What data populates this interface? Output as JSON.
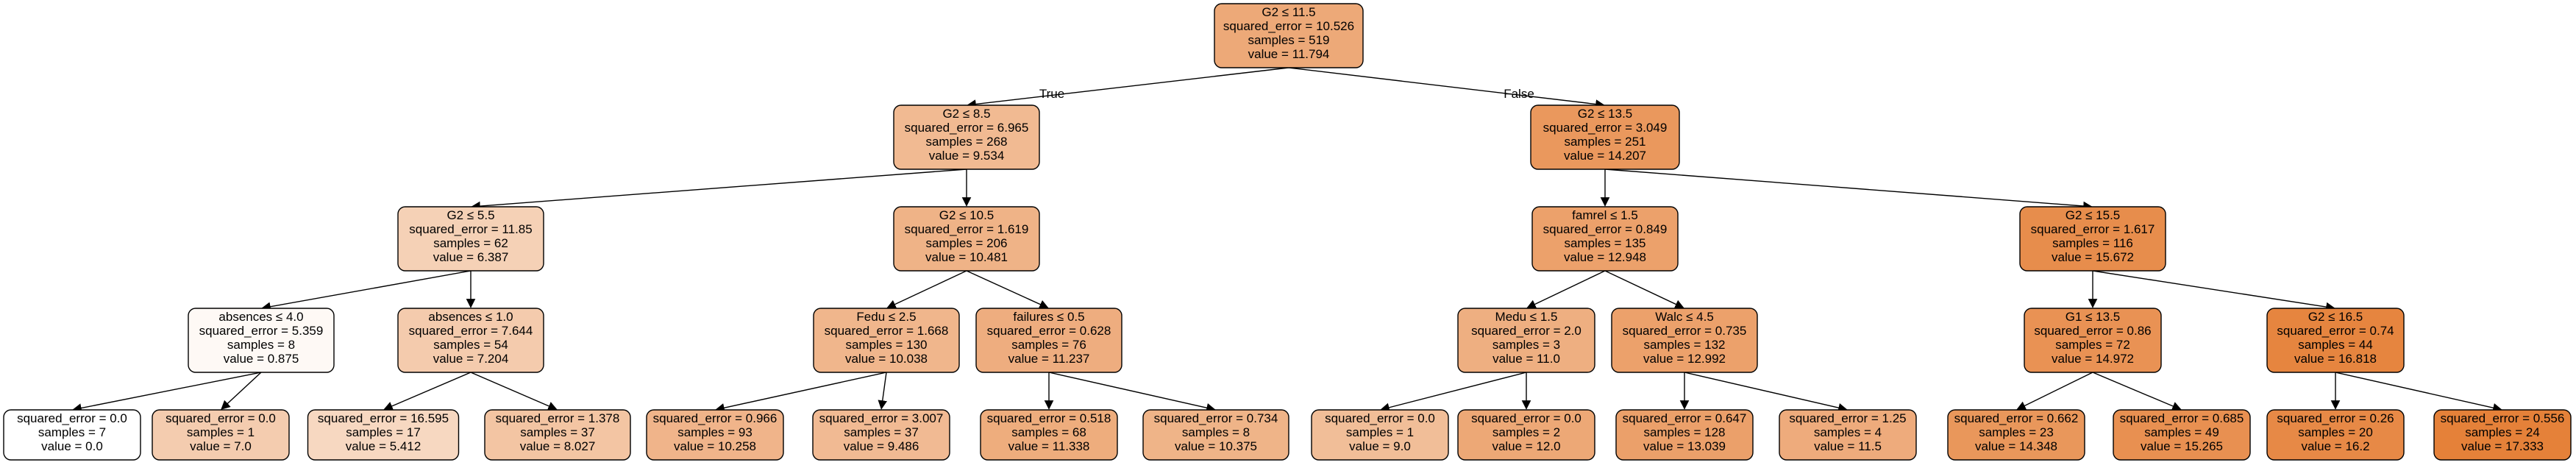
{
  "colors": {
    "scale_low": "#ffffff",
    "scale_high": "#e58139",
    "border": "#000000",
    "edge": "#000000",
    "background": "#ffffff"
  },
  "edge_labels": {
    "true_label": "True",
    "false_label": "False"
  },
  "tree": {
    "nodes": [
      {
        "id": 0,
        "lines": [
          "G2 ≤ 11.5",
          "squared_error = 10.526",
          "samples = 519",
          "value = 11.794"
        ],
        "value": 11.794
      },
      {
        "id": 1,
        "lines": [
          "G2 ≤ 8.5",
          "squared_error = 6.965",
          "samples = 268",
          "value = 9.534"
        ],
        "value": 9.534
      },
      {
        "id": 2,
        "lines": [
          "G2 ≤ 13.5",
          "squared_error = 3.049",
          "samples = 251",
          "value = 14.207"
        ],
        "value": 14.207
      },
      {
        "id": 3,
        "lines": [
          "G2 ≤ 5.5",
          "squared_error = 11.85",
          "samples = 62",
          "value = 6.387"
        ],
        "value": 6.387
      },
      {
        "id": 4,
        "lines": [
          "G2 ≤ 10.5",
          "squared_error = 1.619",
          "samples = 206",
          "value = 10.481"
        ],
        "value": 10.481
      },
      {
        "id": 5,
        "lines": [
          "famrel ≤ 1.5",
          "squared_error = 0.849",
          "samples = 135",
          "value = 12.948"
        ],
        "value": 12.948
      },
      {
        "id": 6,
        "lines": [
          "G2 ≤ 15.5",
          "squared_error = 1.617",
          "samples = 116",
          "value = 15.672"
        ],
        "value": 15.672
      },
      {
        "id": 7,
        "lines": [
          "absences ≤ 4.0",
          "squared_error = 5.359",
          "samples = 8",
          "value = 0.875"
        ],
        "value": 0.875
      },
      {
        "id": 8,
        "lines": [
          "absences ≤ 1.0",
          "squared_error = 7.644",
          "samples = 54",
          "value = 7.204"
        ],
        "value": 7.204
      },
      {
        "id": 9,
        "lines": [
          "Fedu ≤ 2.5",
          "squared_error = 1.668",
          "samples = 130",
          "value = 10.038"
        ],
        "value": 10.038
      },
      {
        "id": 10,
        "lines": [
          "failures ≤ 0.5",
          "squared_error = 0.628",
          "samples = 76",
          "value = 11.237"
        ],
        "value": 11.237
      },
      {
        "id": 11,
        "lines": [
          "Medu ≤ 1.5",
          "squared_error = 2.0",
          "samples = 3",
          "value = 11.0"
        ],
        "value": 11.0
      },
      {
        "id": 12,
        "lines": [
          "Walc ≤ 4.5",
          "squared_error = 0.735",
          "samples = 132",
          "value = 12.992"
        ],
        "value": 12.992
      },
      {
        "id": 13,
        "lines": [
          "G1 ≤ 13.5",
          "squared_error = 0.86",
          "samples = 72",
          "value = 14.972"
        ],
        "value": 14.972
      },
      {
        "id": 14,
        "lines": [
          "G2 ≤ 16.5",
          "squared_error = 0.74",
          "samples = 44",
          "value = 16.818"
        ],
        "value": 16.818
      },
      {
        "id": 15,
        "lines": [
          "squared_error = 0.0",
          "samples = 7",
          "value = 0.0"
        ],
        "value": 0.0
      },
      {
        "id": 16,
        "lines": [
          "squared_error = 0.0",
          "samples = 1",
          "value = 7.0"
        ],
        "value": 7.0
      },
      {
        "id": 17,
        "lines": [
          "squared_error = 16.595",
          "samples = 17",
          "value = 5.412"
        ],
        "value": 5.412
      },
      {
        "id": 18,
        "lines": [
          "squared_error = 1.378",
          "samples = 37",
          "value = 8.027"
        ],
        "value": 8.027
      },
      {
        "id": 19,
        "lines": [
          "squared_error = 0.966",
          "samples = 93",
          "value = 10.258"
        ],
        "value": 10.258
      },
      {
        "id": 20,
        "lines": [
          "squared_error = 3.007",
          "samples = 37",
          "value = 9.486"
        ],
        "value": 9.486
      },
      {
        "id": 21,
        "lines": [
          "squared_error = 0.518",
          "samples = 68",
          "value = 11.338"
        ],
        "value": 11.338
      },
      {
        "id": 22,
        "lines": [
          "squared_error = 0.734",
          "samples = 8",
          "value = 10.375"
        ],
        "value": 10.375
      },
      {
        "id": 23,
        "lines": [
          "squared_error = 0.0",
          "samples = 1",
          "value = 9.0"
        ],
        "value": 9.0
      },
      {
        "id": 24,
        "lines": [
          "squared_error = 0.0",
          "samples = 2",
          "value = 12.0"
        ],
        "value": 12.0
      },
      {
        "id": 25,
        "lines": [
          "squared_error = 0.647",
          "samples = 128",
          "value = 13.039"
        ],
        "value": 13.039
      },
      {
        "id": 26,
        "lines": [
          "squared_error = 1.25",
          "samples = 4",
          "value = 11.5"
        ],
        "value": 11.5
      },
      {
        "id": 27,
        "lines": [
          "squared_error = 0.662",
          "samples = 23",
          "value = 14.348"
        ],
        "value": 14.348
      },
      {
        "id": 28,
        "lines": [
          "squared_error = 0.685",
          "samples = 49",
          "value = 15.265"
        ],
        "value": 15.265
      },
      {
        "id": 29,
        "lines": [
          "squared_error = 0.26",
          "samples = 20",
          "value = 16.2"
        ],
        "value": 16.2
      },
      {
        "id": 30,
        "lines": [
          "squared_error = 0.556",
          "samples = 24",
          "value = 17.333"
        ],
        "value": 17.333
      }
    ],
    "edges": [
      {
        "from": 0,
        "to": 1
      },
      {
        "from": 0,
        "to": 2
      },
      {
        "from": 1,
        "to": 3
      },
      {
        "from": 1,
        "to": 4
      },
      {
        "from": 2,
        "to": 5
      },
      {
        "from": 2,
        "to": 6
      },
      {
        "from": 3,
        "to": 7
      },
      {
        "from": 3,
        "to": 8
      },
      {
        "from": 4,
        "to": 9
      },
      {
        "from": 4,
        "to": 10
      },
      {
        "from": 5,
        "to": 11
      },
      {
        "from": 5,
        "to": 12
      },
      {
        "from": 6,
        "to": 13
      },
      {
        "from": 6,
        "to": 14
      },
      {
        "from": 7,
        "to": 15
      },
      {
        "from": 7,
        "to": 16
      },
      {
        "from": 8,
        "to": 17
      },
      {
        "from": 8,
        "to": 18
      },
      {
        "from": 9,
        "to": 19
      },
      {
        "from": 9,
        "to": 20
      },
      {
        "from": 10,
        "to": 21
      },
      {
        "from": 10,
        "to": 22
      },
      {
        "from": 11,
        "to": 23
      },
      {
        "from": 11,
        "to": 24
      },
      {
        "from": 12,
        "to": 25
      },
      {
        "from": 12,
        "to": 26
      },
      {
        "from": 13,
        "to": 27
      },
      {
        "from": 13,
        "to": 28
      },
      {
        "from": 14,
        "to": 29
      },
      {
        "from": 14,
        "to": 30
      }
    ]
  }
}
